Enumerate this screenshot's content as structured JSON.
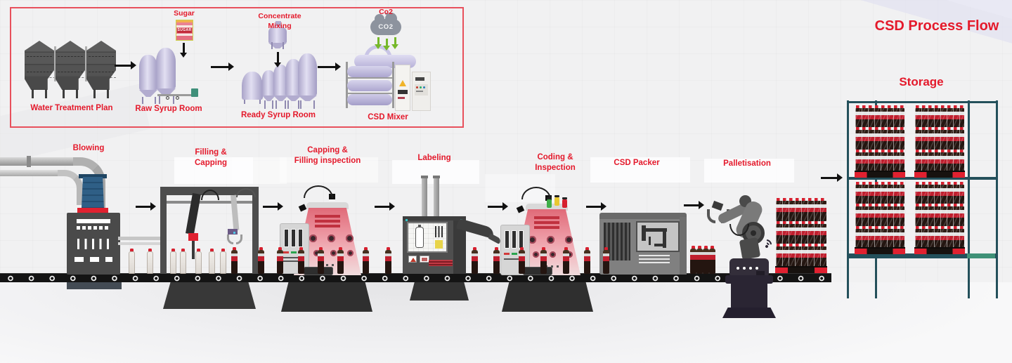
{
  "title": "CSD Process Flow",
  "prep": {
    "water_treatment": {
      "label": "Water Treatment Plan"
    },
    "raw_syrup": {
      "label": "Raw Syrup Room"
    },
    "ready_syrup": {
      "label": "Ready Syrup Room"
    },
    "csd_mixer": {
      "label": "CSD Mixer"
    },
    "sugar": {
      "label": "Sugar",
      "sack_text": "SUGAR"
    },
    "concentrate": {
      "label": "Concentrate Mixing"
    },
    "co2": {
      "label": "Co2",
      "cloud_text": "CO2"
    }
  },
  "line": {
    "stations": [
      {
        "id": "blowing",
        "label": "Blowing"
      },
      {
        "id": "filling-capping",
        "label": "Filling &",
        "label2": "Capping"
      },
      {
        "id": "capping-inspection",
        "label": "Capping &",
        "label2": "Filling inspection"
      },
      {
        "id": "labeling",
        "label": "Labeling"
      },
      {
        "id": "coding-inspection",
        "label": "Coding &",
        "label2": "Inspection"
      },
      {
        "id": "csd-packer",
        "label": "CSD Packer"
      },
      {
        "id": "palletisation",
        "label": "Palletisation"
      }
    ]
  },
  "storage": {
    "label": "Storage"
  },
  "colors": {
    "accent_red": "#e4192b",
    "box_border": "#e8505c",
    "pallet_red": "#e02130",
    "rack_teal": "#24505b",
    "rack_green": "#3f9177",
    "co2_arrow_green": "#76b82a",
    "conveyor_black": "#141414"
  }
}
